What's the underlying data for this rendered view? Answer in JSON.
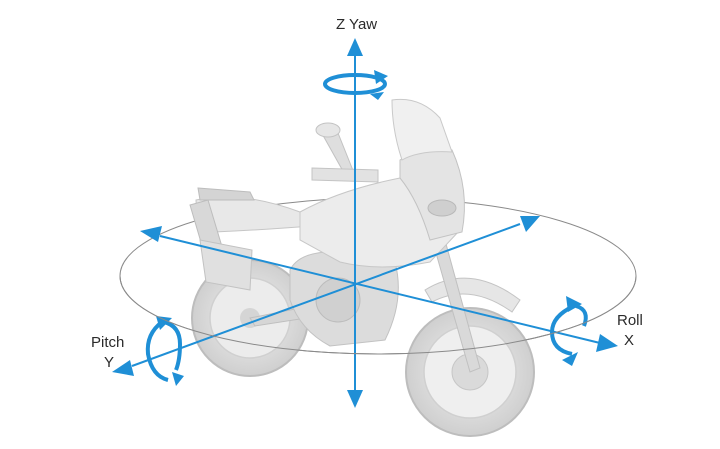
{
  "labels": {
    "z_axis": "Z Yaw",
    "pitch": "Pitch",
    "y_axis": "Y",
    "roll": "Roll",
    "x_axis": "X"
  },
  "colors": {
    "axis_blue": "#1f8fd6",
    "orbit_ring": "#8a8a8a",
    "bike_body": "#e3e3e3",
    "bike_shadow": "#c9c9c9",
    "label_text": "#2b2b2b"
  },
  "icons": [
    "yaw-rotation-icon",
    "pitch-rotation-icon",
    "roll-rotation-icon",
    "motorcycle-illustration"
  ]
}
